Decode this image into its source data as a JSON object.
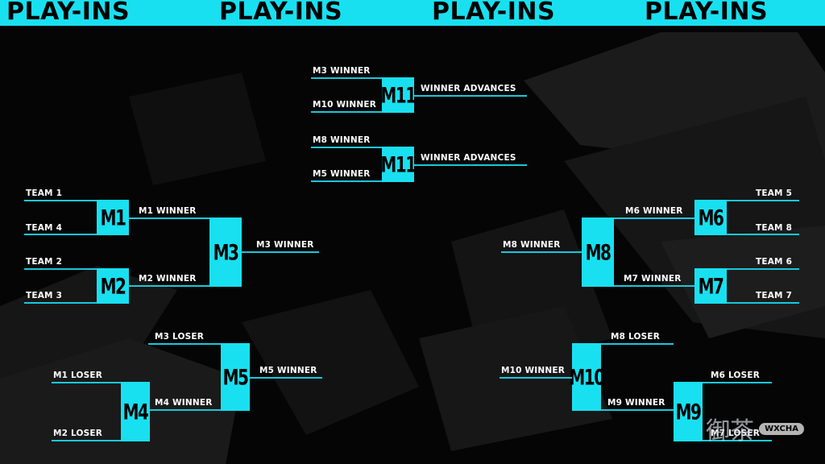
{
  "banner": {
    "text": "PLAY-INS"
  },
  "matches": {
    "m1": "M1",
    "m2": "M2",
    "m3": "M3",
    "m4": "M4",
    "m5": "M5",
    "m6": "M6",
    "m7": "M7",
    "m8": "M8",
    "m9": "M9",
    "m10": "M10",
    "m11_top": "M11",
    "m11_bottom": "M11"
  },
  "labels": {
    "team1": "TEAM 1",
    "team4": "TEAM 4",
    "team2": "TEAM 2",
    "team3": "TEAM 3",
    "team5": "TEAM 5",
    "team8": "TEAM 8",
    "team6": "TEAM 6",
    "team7": "TEAM 7",
    "m1_winner": "M1 WINNER",
    "m2_winner": "M2 WINNER",
    "m3_winner": "M3 WINNER",
    "m6_winner": "M6 WINNER",
    "m7_winner": "M7 WINNER",
    "m8_winner": "M8 WINNER",
    "m3_loser": "M3 LOSER",
    "m4_winner": "M4 WINNER",
    "m5_winner": "M5 WINNER",
    "m1_loser": "M1 LOSER",
    "m2_loser": "M2 LOSER",
    "m8_loser": "M8 LOSER",
    "m9_winner": "M9 WINNER",
    "m10_winner": "M10 WINNER",
    "m6_loser": "M6 LOSER",
    "m7_loser": "M7 LOSER",
    "winner_advances": "WINNER ADVANCES"
  },
  "watermark": {
    "glyphs": "御茶",
    "badge": "WXCHA"
  },
  "colors": {
    "accent": "#18e0f0",
    "line": "#18c9dc",
    "background": "#050505",
    "text": "#ffffff"
  }
}
